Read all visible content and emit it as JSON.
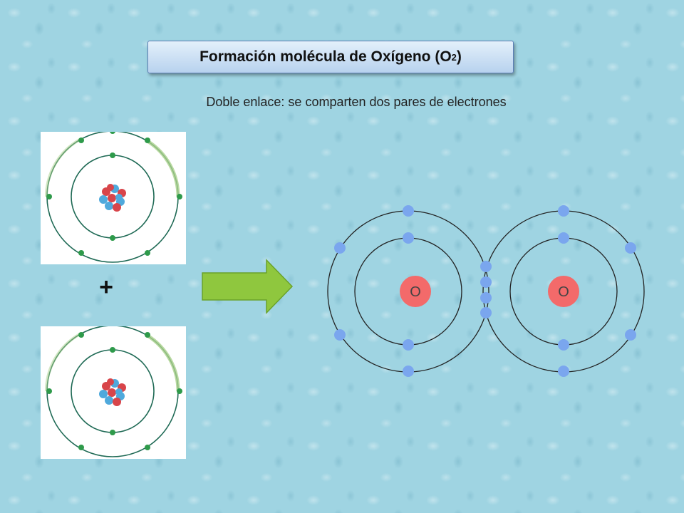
{
  "title": {
    "main": "Formación molécula de Oxígeno (O",
    "subscript": "2",
    "close": ")"
  },
  "subtitle": "Doble enlace: se comparten dos pares de electrones",
  "plus_sign": "+",
  "molecule": {
    "atoms": [
      {
        "label": "O"
      },
      {
        "label": "O"
      }
    ]
  },
  "colors": {
    "electron_blue": "#7aa6ee",
    "nucleus_red": "#f36a6a",
    "arrow_green": "#8fc73e",
    "electron_green": "#2e9a4a",
    "title_border": "#5c7fb6"
  }
}
